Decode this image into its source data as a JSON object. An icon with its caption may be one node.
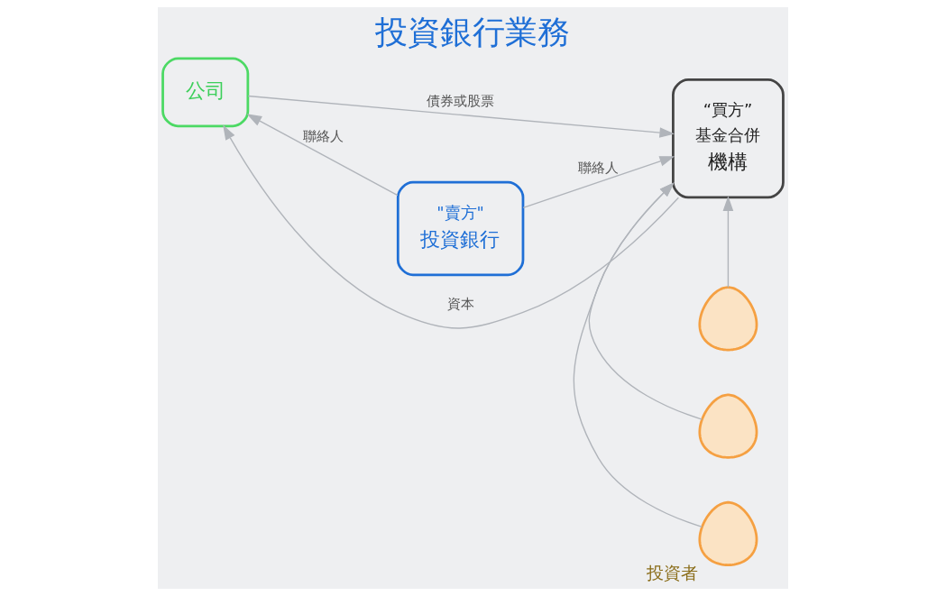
{
  "diagram": {
    "title": "投資銀行業務",
    "nodes": [
      {
        "text": [
          "公司"
        ]
      },
      {
        "text": [
          "\"賣方\"",
          "投資銀行"
        ]
      },
      {
        "text": [
          "“買方”",
          "基金合併",
          "機構"
        ]
      },
      {
        "text": [],
        "shape": "person"
      },
      {
        "text": [],
        "shape": "person"
      },
      {
        "text": [],
        "shape": "person",
        "beside": [
          "投資者"
        ]
      }
    ],
    "edges": [
      {
        "from": 0,
        "to": 2,
        "arrow": "to",
        "label": "債券或股票"
      },
      {
        "from": 1,
        "to": 0,
        "arrow": "to",
        "label": "聯絡人"
      },
      {
        "from": 1,
        "to": 2,
        "arrow": "to",
        "label": "聯絡人"
      },
      {
        "from": 3,
        "to": 2,
        "arrow": "to"
      },
      {
        "from": 4,
        "to": 2,
        "arrow": "to"
      },
      {
        "from": 5,
        "to": 2,
        "arrow": "to"
      },
      {
        "from": 2,
        "to": 0,
        "arrow": "to",
        "label": "資本"
      }
    ]
  }
}
